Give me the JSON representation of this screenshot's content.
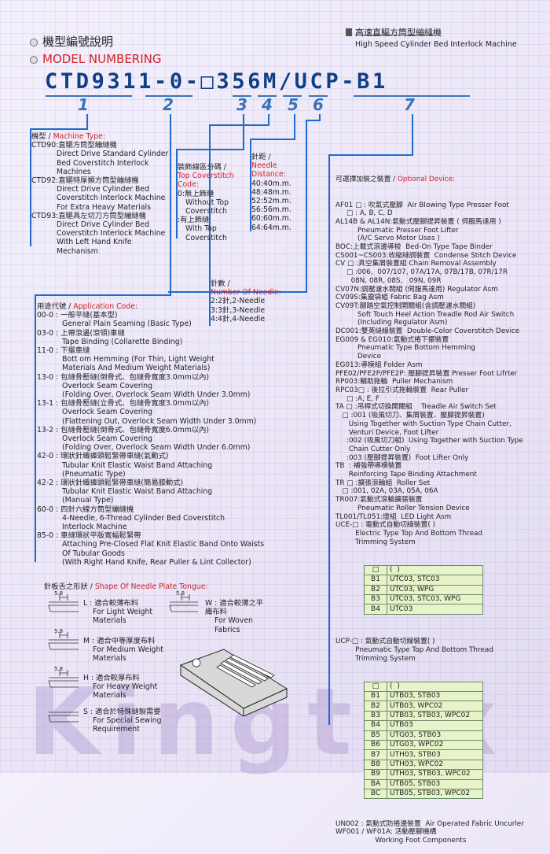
{
  "header": {
    "title_zh": "機型編號說明",
    "title_en": "MODEL NUMBERING",
    "right_zh": "高速直驅方筒型繃縫機",
    "right_en": "High Speed Cylinder Bed Interlock Machine"
  },
  "code": {
    "text": "CTD9311-0-□356M/UCP-B1",
    "numbers": [
      "1",
      "2",
      "3",
      "4",
      "5",
      "6",
      "7"
    ]
  },
  "machine_type": {
    "label_zh": "機型 /",
    "label_en": "Machine Type:",
    "lines": [
      "CTD90:直驅方筒型繃縫機",
      "Direct Drive Standard Cylinder",
      "Bed Coverstitch Interlock",
      "Machines",
      "CTD92:直驅特厚類方筒型繃縫機",
      "Direct Drive Cylinder Bed",
      "Coverstitch Interlock Machine",
      "For Extra Heavy Materials",
      "CTD93:直驅具左切刀方筒型繃縫機",
      "Direct Drive Cylinder Bed",
      "Coverstitch Interlock Machine",
      "With Left Hand Knife",
      "Mechanism"
    ]
  },
  "top_coverstitch": {
    "label_zh": "裝飾線區分碼 /",
    "label_en1": "Top Coverstitch",
    "label_en2": "Code:",
    "lines": [
      "0:無上飾縫",
      "Without Top",
      "Coverstitch",
      ":有上飾縫",
      "With Top",
      "Coverstitch"
    ]
  },
  "needle_distance": {
    "label_zh": "針距 /",
    "label_en1": "Needle",
    "label_en2": "Distance:",
    "lines": [
      "40:40m.m.",
      "48:48m.m.",
      "52:52m.m.",
      "56:56m.m.",
      "60:60m.m.",
      "64:64m.m."
    ]
  },
  "needles": {
    "label_zh": "針數 /",
    "label_en": "Number Of Needle:",
    "lines": [
      "2:2針,2-Needle",
      "3:3針,3-Needle",
      "4:4針,4-Needle"
    ]
  },
  "application": {
    "label_zh": "用途代號 /",
    "label_en": "Application Code:",
    "lines": [
      "00-0 : 一般平縫(基本型)",
      "General Plain Seaming (Basic Type)",
      "03-0 : 上帶滾邊(滾領)車縫",
      "Tape Binding (Collarette Binding)",
      "11-0 : 下擺車縫",
      "Bott om Hemming (For Thin, Light Weight",
      "Materials And Medium Weight Materials)",
      "13-0 : 包縫骨壓縫(倒骨式、包縫骨寬度3.0mm以內)",
      "Overlock Seam Covering",
      "(Folding Over, Overlock Seam Width Under 3.0mm)",
      "13-1 : 包縫骨壓縫(立骨式、包縫骨寬度3.0mm以內)",
      "Overlock Seam Covering",
      "(Flattening Out, Overlock Seam Width Under 3.0mm)",
      "13-2 : 包縫骨壓縫(倒骨式、包縫骨寬度6.0mm以內)",
      "Overlock Seam Covering",
      "(Folding Over, Overlock Seam Width Under 6.0mm)",
      "42-0 : 環狀針織褲頭鬆緊帶車縫(氣動式)",
      "Tubular Knit Elastic Waist Band Attaching",
      "(Pneumatic Type)",
      "42-2 : 環狀針織褲頭鬆緊帶車縫(簡易膝動式)",
      "Tubular Knit Elastic Waist Band Attaching",
      "(Manual Type)",
      "60-0 : 四針六線方筒型繃縫機",
      "4-Needle, 6-Thread Cylinder Bed Coverstitch",
      "Interlock Machine",
      "85-0 : 車縫環狀平版寬幅鬆緊帶",
      "Attaching Pre-Closed Flat Knit Elastic Band Onto Waists",
      "Of Tubular Goods",
      "(With Right Hand Knife, Rear Puller & Lint Collector)"
    ]
  },
  "optional": {
    "label_zh": "可選擇加裝之裝置 /",
    "label_en": "Optional Device:",
    "lines": [
      "AF01 □ : 吹氣式壓腳  Air Blowing Type Presser Foot",
      "     □ : A, B, C, D",
      "AL14B & AL14N:氣動式壓腳提昇裝置 ( 伺服馬達用 )",
      "          Pneumatic Presser Foot Lifter",
      "          (A/C Servo Motor Uses )",
      "BOC:上載式滾邊導梭  Bed-On Type Tape Binder",
      "CS001~CS003:收縮縫調裝置  Condense Stitch Device",
      "CV □ :真空集屑裝置組 Chain Removal Assembly",
      "     □ :006,  007/107, 07A/17A, 07B/17B, 07R/17R",
      "       08N, 08R, 08S,   09N, 09R",
      "CV07N:調壓濾水閥組 (伺服馬達用) Regulator Asm",
      "CV09S:集塵袋組 Fabric Bag Asm",
      "CV09T:腳踏空氣控制開關組(含調壓濾水閥組)",
      "          Soft Touch Heel Action Treadle Rod Air Switch",
      "          (Including Regulator Asm)",
      "DC001:雙英縫線裝置  Double-Color Coverstitch Device",
      "EG009 & EG010:氣動式捲下擺裝置",
      "          Pneumatic Type Bottom Hemming",
      "          Device",
      "EG013:導模組 Folder Asm",
      "PFE02/PFE2P/PFE2P: 壓腳提昇裝置 Presser Foot Lifrter",
      "RP003:輔助拖輪  Puller Mechanism",
      "RPC03□ : 後拉引式拖輪裝置  Rear Puller",
      "     □ :A, E, F",
      "TA □ :吊桿式切換開關組    Treadle Air Switch Set",
      "   □ :001 (吸風切刀、集屑裝置、壓腳提昇裝置)",
      "      Using Together with Suction Type Chain Cutter,",
      "      Venturi Device, Foot Lifter",
      "     :002 (吸風切刀組)  Using Together with Suction Type",
      "      Chain Cutter Only",
      "     :003 (壓腳提昇裝置)  Foot Lifter Only",
      "TB  : 補強帶導模裝置",
      "      Reinforcing Tape Binding Attachment",
      "TR □ :擴張滾輪組  Roller Set",
      "   □ :001, 02A, 03A, 05A, 06A",
      "TR007:氣動式滾輪擴張裝置",
      "          Pneumatic Roller Tension Device",
      "TL001/TL051:燈組  LED Light Asm",
      "UCE-□ : 電動式自動切線裝置( )",
      "         Electric Type Top And Bottom Thread",
      "         Trimming System"
    ],
    "table1": {
      "header": [
        "□",
        "(  )"
      ],
      "rows": [
        [
          "B1",
          "UTC03, STC03"
        ],
        [
          "B2",
          "UTC03, WPG"
        ],
        [
          "B3",
          "UTC03, STC03, WPG"
        ],
        [
          "B4",
          "UTC03"
        ]
      ]
    },
    "ucp_lines": [
      "UCP-□ : 氣動式自動切線裝置( )",
      "         Pneumatic Type Top And Bottom Thread",
      "         Trimming System"
    ],
    "table2": {
      "header": [
        "□",
        "(  )"
      ],
      "rows": [
        [
          "B1",
          "UTB03, STB03"
        ],
        [
          "B2",
          "UTB03, WPC02"
        ],
        [
          "B3",
          "UTB03, STB03, WPC02"
        ],
        [
          "B4",
          "UTB03"
        ],
        [
          "B5",
          "UTG03, STB03"
        ],
        [
          "B6",
          "UTG03, WPC02"
        ],
        [
          "B7",
          "UTH03, STB03"
        ],
        [
          "B8",
          "UTH03, WPC02"
        ],
        [
          "B9",
          "UTH03, STB03, WPC02"
        ],
        [
          "BA",
          "UTB05, STB03"
        ],
        [
          "BC",
          "UTB05, STB03, WPC02"
        ]
      ]
    },
    "footer_lines": [
      "UN002 : 氣動式防捲邊裝置  Air Operated Fabric Uncurler",
      "WF001 / WF01A: 活動壓腳機構",
      "                  Working Foot Components"
    ]
  },
  "needle_plate": {
    "label_zh": "針板舌之形狀 /",
    "label_en": "Shape Of Needle Plate Tongue:",
    "dim": "5.8",
    "items": [
      {
        "code": "L",
        "zh": "適合較薄布料",
        "en1": "For Light Weight",
        "en2": "Materials"
      },
      {
        "code": "W",
        "zh": "適合較薄之平織布料",
        "en1": "For Woven Fabrics",
        "en2": ""
      },
      {
        "code": "M",
        "zh": "適合中等厚度布料",
        "en1": "For Medium Weight",
        "en2": "Materials"
      },
      {
        "code": "H",
        "zh": "適合較厚布料",
        "en1": "For Heavy Weight",
        "en2": "Materials"
      },
      {
        "code": "S",
        "zh": "適合於特殊縫製需要",
        "en1": "For Special Sewing",
        "en2": "Requirement"
      }
    ]
  },
  "watermark": "Kingtex"
}
